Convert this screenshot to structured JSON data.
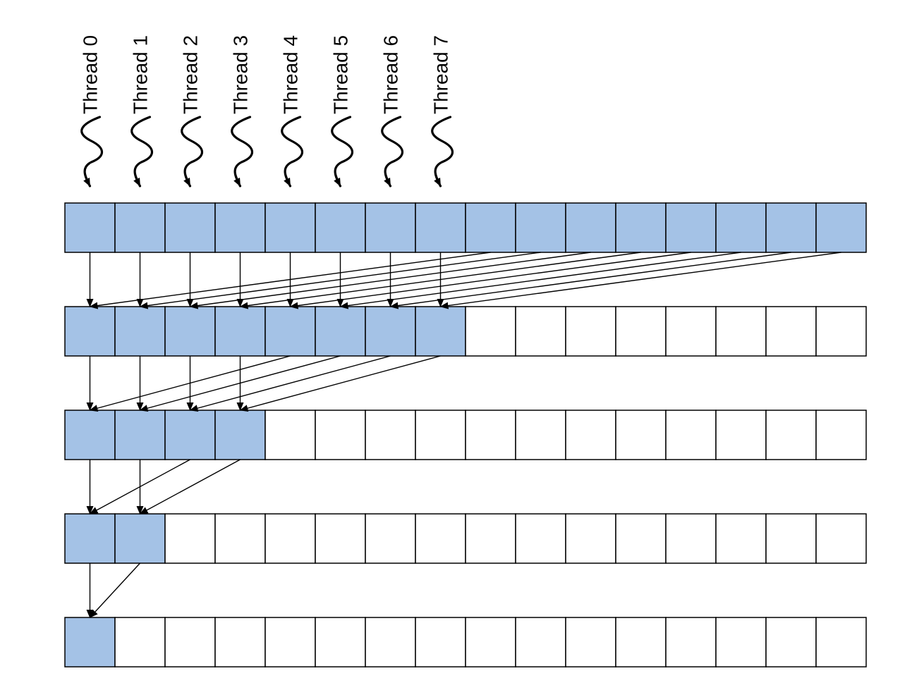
{
  "threads": [
    "Thread 0",
    "Thread 1",
    "Thread 2",
    "Thread 3",
    "Thread 4",
    "Thread 5",
    "Thread 6",
    "Thread 7"
  ],
  "array": {
    "cells_per_row": 16,
    "rows": [
      {
        "filled_cells": 16
      },
      {
        "filled_cells": 8
      },
      {
        "filled_cells": 4
      },
      {
        "filled_cells": 2
      },
      {
        "filled_cells": 1
      }
    ]
  },
  "colors": {
    "filled": "#a4c2e6",
    "empty": "#ffffff",
    "stroke": "#000000"
  }
}
